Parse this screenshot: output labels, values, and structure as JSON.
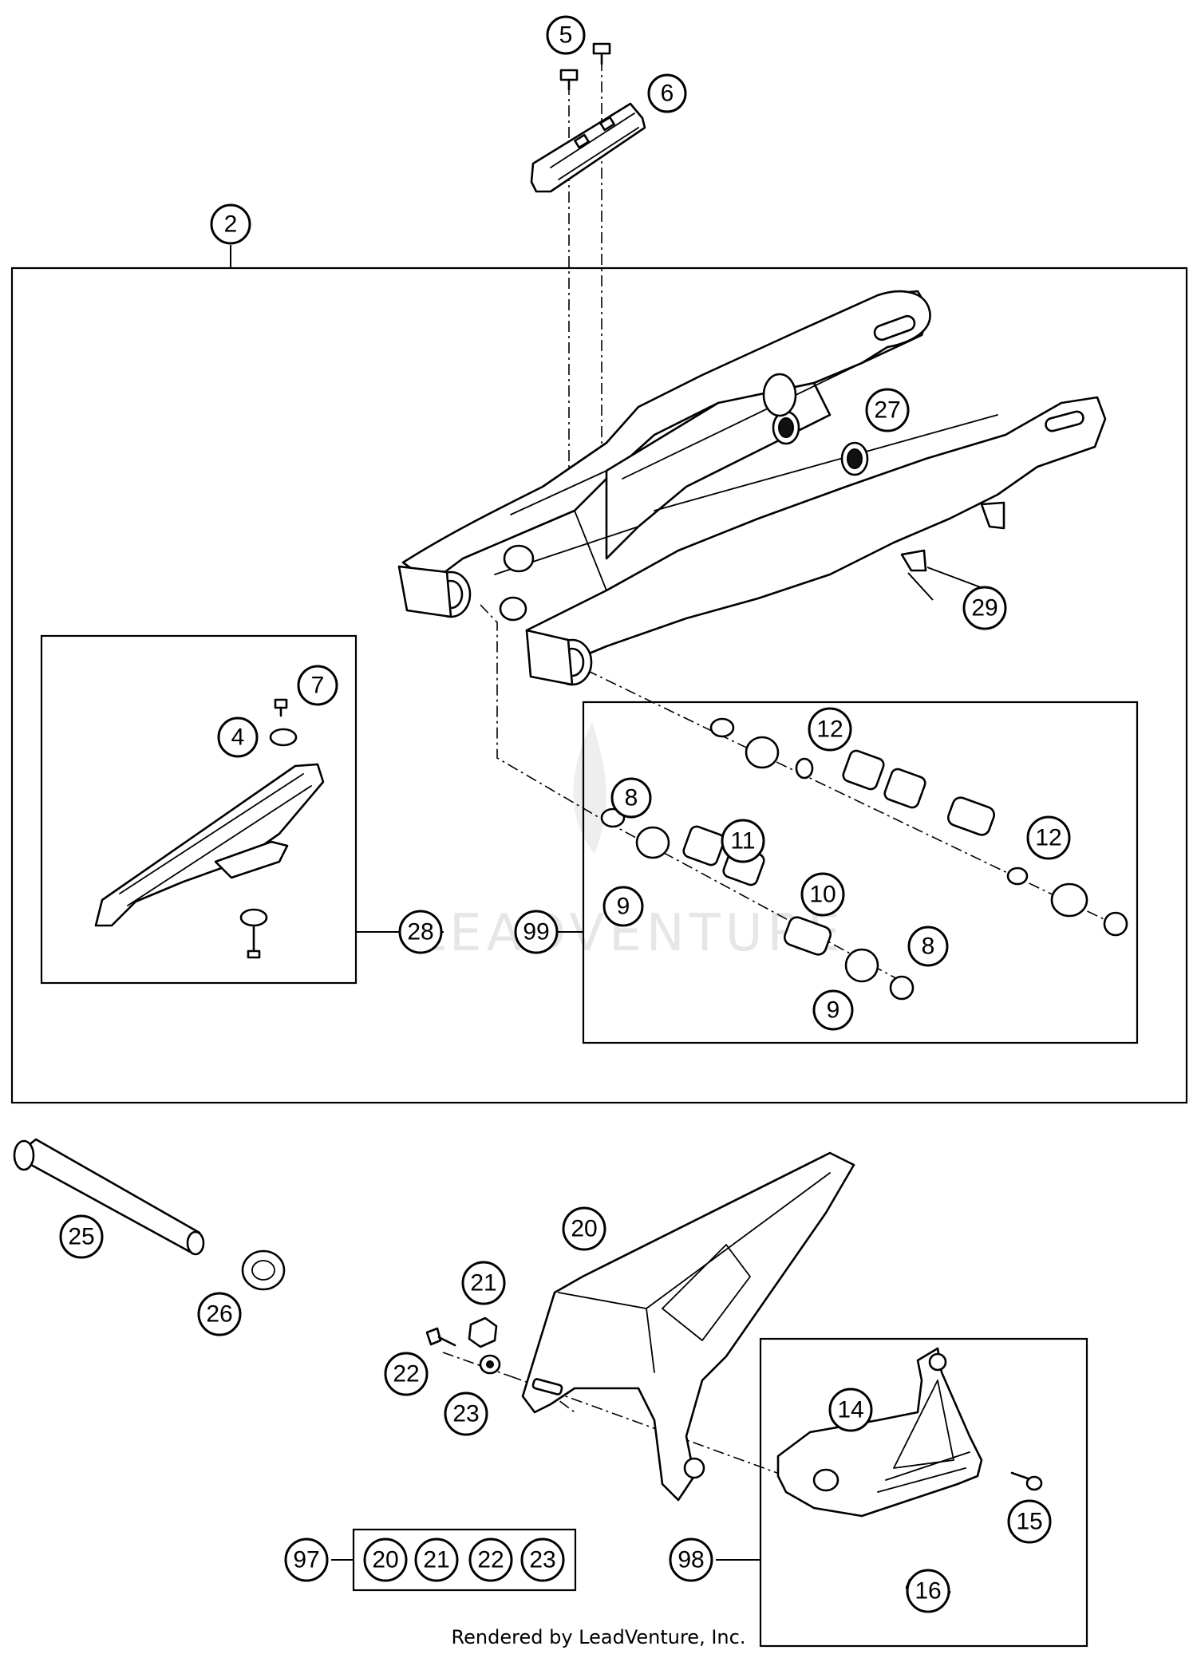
{
  "watermark": "LEADVENTURE",
  "footer": {
    "credit": "Rendered by LeadVenture, Inc."
  },
  "callouts": {
    "c5": "5",
    "c6": "6",
    "c2": "2",
    "c27": "27",
    "c29": "29",
    "c7": "7",
    "c4": "4",
    "c28": "28",
    "c12a": "12",
    "c8a": "8",
    "c11": "11",
    "c12b": "12",
    "c9a": "9",
    "c10": "10",
    "c99": "99",
    "c8b": "8",
    "c9b": "9",
    "c25": "25",
    "c20": "20",
    "c26": "26",
    "c21": "21",
    "c22": "22",
    "c23": "23",
    "c14": "14",
    "c15": "15",
    "c16": "16",
    "c97": "97",
    "c98": "98",
    "kit20": "20",
    "kit21": "21",
    "kit22": "22",
    "kit23": "23"
  }
}
